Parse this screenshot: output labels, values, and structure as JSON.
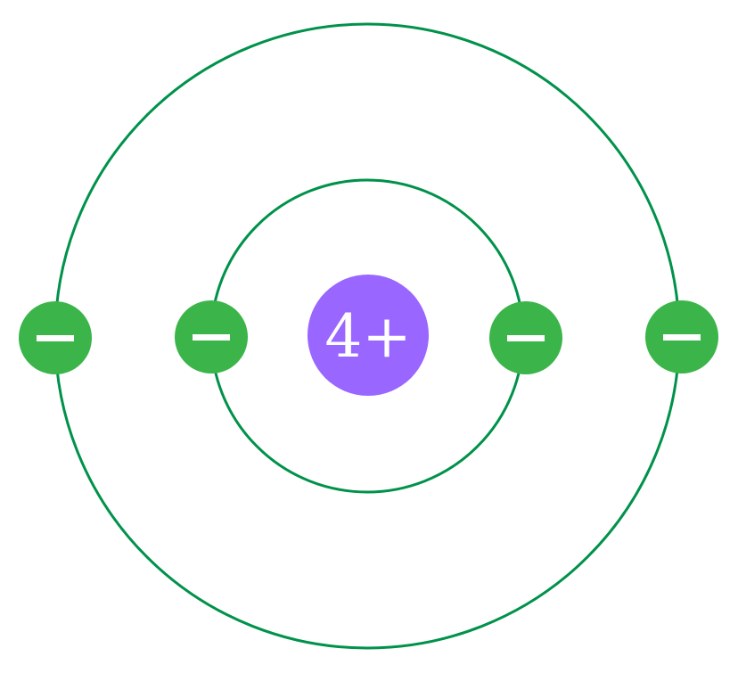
{
  "diagram": {
    "nucleus": {
      "label": "4+",
      "color": "#9966ff"
    },
    "electron_label": "−",
    "electron_color": "#3bb54a",
    "shell_color": "#00924a",
    "shells": [
      {
        "name": "inner",
        "electrons": 2
      },
      {
        "name": "outer",
        "electrons": 2
      }
    ]
  }
}
